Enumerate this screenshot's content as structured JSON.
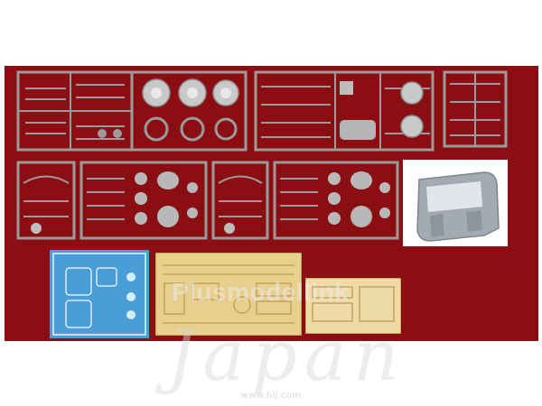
{
  "photo": {
    "panel_color": "#8b0f12",
    "sprue_color": "#9b9b9b",
    "clear_sprue_color": "#4a9ed8",
    "etch_color": "#e9cf8c"
  },
  "watermark": {
    "brand": "Plusmodel",
    "brand2": "link",
    "script": "Japan",
    "site": "www.hlj.com"
  }
}
